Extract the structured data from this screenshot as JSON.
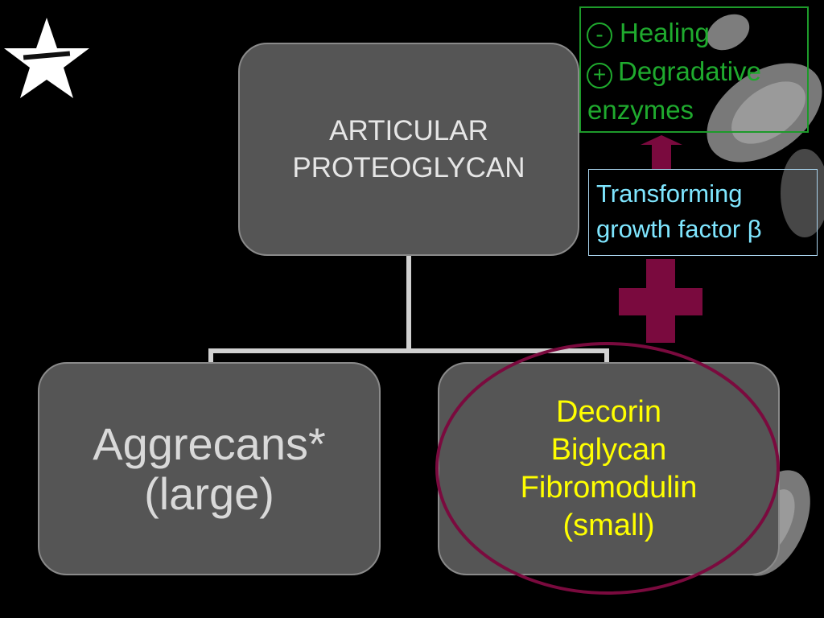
{
  "diagram": {
    "root": {
      "line1": "ARTICULAR",
      "line2": "PROTEOGLYCAN"
    },
    "children": [
      {
        "line1": "Aggrecans*",
        "line2": "(large)"
      },
      {
        "line1": "Decorin",
        "line2": "Biglycan",
        "line3": "Fibromodulin",
        "line4": "(small)"
      }
    ]
  },
  "factor": {
    "line1": "Transforming",
    "line2": "growth factor β"
  },
  "effects": [
    {
      "sign": "-",
      "label": "Healing"
    },
    {
      "sign": "+",
      "label": "Degradative"
    },
    {
      "sign": "",
      "label": "enzymes"
    }
  ],
  "colors": {
    "background": "#000000",
    "node_fill": "#555555",
    "node_border": "#8a8a8a",
    "small_pg_text": "#ffff00",
    "factor_text": "#7fe6ff",
    "effects_green": "#1faa2e",
    "arrow_maroon": "#7a0a3e",
    "connector": "#d0d0d0"
  },
  "icons": {
    "star": "star-icon",
    "plus": "plus-sign-icon",
    "arrow": "up-arrow-icon"
  }
}
